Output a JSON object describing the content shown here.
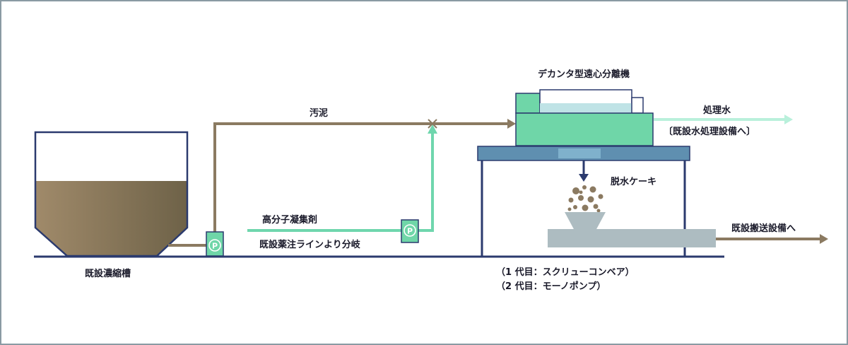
{
  "labels": {
    "decanter": "デカンタ型遠心分離機",
    "sludge": "汚泥",
    "treated_water": "処理水",
    "treated_water_dest": "〔既設水処理設備へ〕",
    "polymer": "高分子凝集剤",
    "polymer_branch": "既設薬注ラインより分岐",
    "cake": "脱水ケーキ",
    "conveyor_dest": "既設搬送設備へ",
    "thickener": "既設濃縮槽",
    "gen1": "（1 代目：スクリューコンベア）",
    "gen2": "（2 代目：モーノポンプ）",
    "pump_symbol": "P"
  },
  "colors": {
    "sludge_line": "#8b7a61",
    "chemical_line": "#6fd6ad",
    "water_line": "#b9f0db",
    "machine_body": "#6fd6a8",
    "platform": "#5f8fb0",
    "structure": "#2b3a6e",
    "conveyor": "#adbcc1",
    "cake": "#8b7a61",
    "border": "#8a9aa3"
  }
}
